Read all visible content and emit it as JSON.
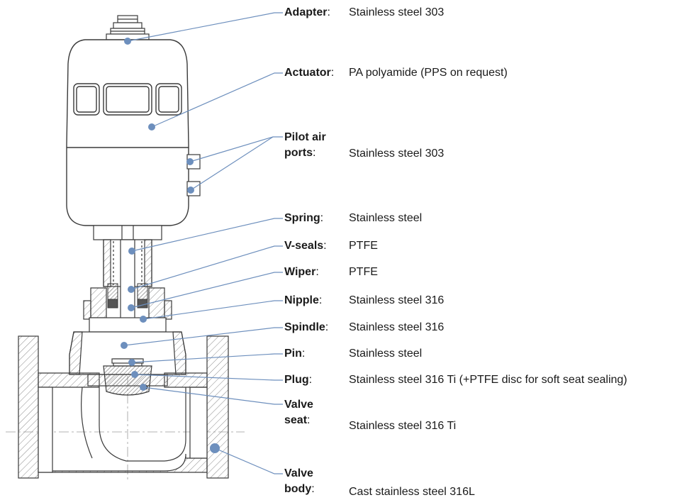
{
  "colors": {
    "outline": "#3a3a3a",
    "leader": "#6d8fbd",
    "dot": "#6d8fbd",
    "hatch": "#8a8a8a",
    "text": "#1a1a1a"
  },
  "callouts": [
    {
      "id": "adapter",
      "name": "Adapter",
      "material": "Stainless steel 303"
    },
    {
      "id": "actuator",
      "name": "Actuator",
      "material": "PA polyamide (PPS on request)"
    },
    {
      "id": "pilot",
      "name": [
        "Pilot air",
        "ports"
      ],
      "material": "Stainless steel 303"
    },
    {
      "id": "spring",
      "name": "Spring",
      "material": "Stainless steel"
    },
    {
      "id": "vseals",
      "name": "V-seals",
      "material": "PTFE"
    },
    {
      "id": "wiper",
      "name": "Wiper",
      "material": "PTFE"
    },
    {
      "id": "nipple",
      "name": "Nipple",
      "material": "Stainless steel 316"
    },
    {
      "id": "spindle",
      "name": "Spindle",
      "material": "Stainless steel 316"
    },
    {
      "id": "pin",
      "name": "Pin",
      "material": "Stainless steel"
    },
    {
      "id": "plug",
      "name": "Plug",
      "material": "Stainless steel 316 Ti (+PTFE disc for soft seat sealing)"
    },
    {
      "id": "seat",
      "name": [
        "Valve",
        "seat"
      ],
      "material": "Stainless steel 316 Ti"
    },
    {
      "id": "body",
      "name": [
        "Valve",
        "body"
      ],
      "material": "Cast stainless steel 316L"
    }
  ]
}
